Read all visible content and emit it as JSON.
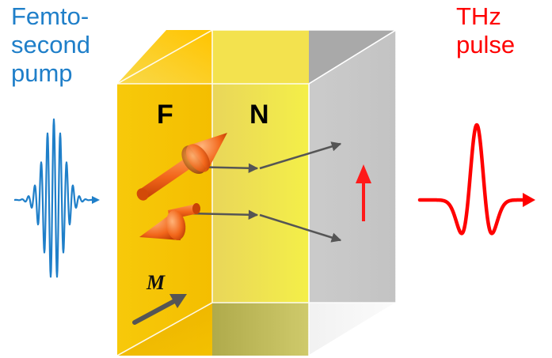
{
  "labels": {
    "pump_line1": "Femto-",
    "pump_line2": "second",
    "pump_line3": "pump",
    "thz_line1": "THz",
    "thz_line2": "pulse",
    "layer_f": "F",
    "layer_n": "N",
    "magnetization": "M"
  },
  "colors": {
    "pump_wave": "#1f7fc9",
    "thz_wave": "#ff0000",
    "ferromagnet": "#f5c400",
    "normal_metal": "#f2ee55",
    "substrate": "#9e9e9e",
    "spin_arrow": "#f2661a",
    "current_arrow": "#555555"
  },
  "icons": {
    "pump": "femtosecond-pump-wavepacket",
    "thz": "thz-pulse-waveform",
    "spin_up": "spin-up-arrow-icon",
    "spin_down": "spin-down-arrow-icon",
    "magnetization": "magnetization-arrow-icon",
    "charge_current": "charge-current-arrow-icon"
  }
}
